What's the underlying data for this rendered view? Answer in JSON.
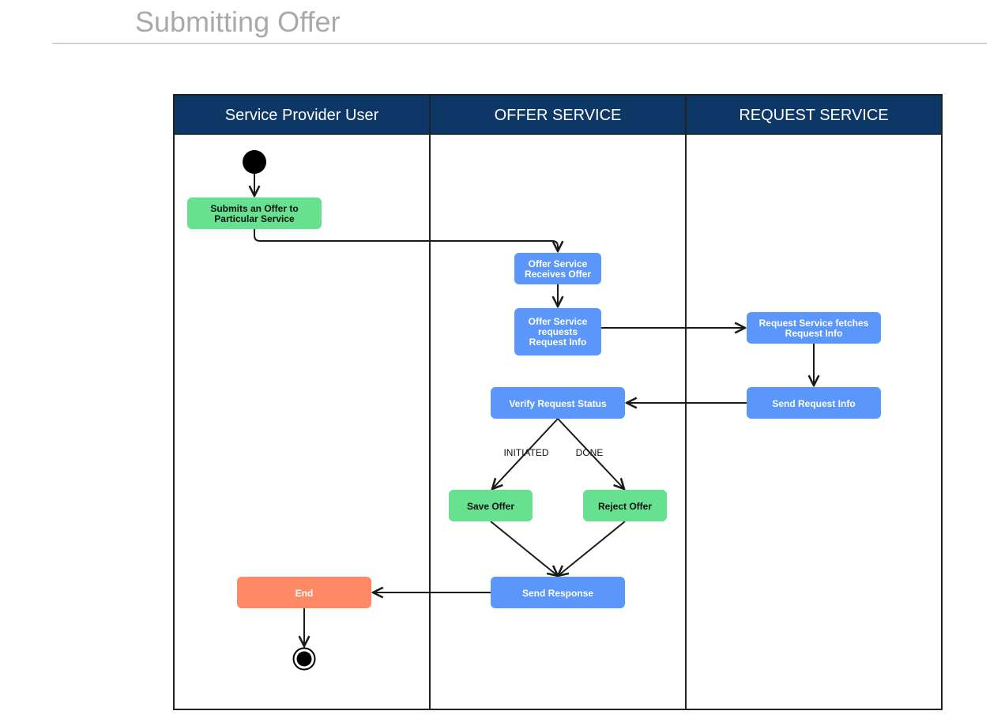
{
  "page": {
    "title": "Submitting Offer"
  },
  "lanes": [
    {
      "title": "Service Provider User"
    },
    {
      "title": "OFFER SERVICE"
    },
    {
      "title": "REQUEST SERVICE"
    }
  ],
  "nodes": {
    "submit_offer": {
      "line1": "Submits an Offer to",
      "line2": "Particular Service"
    },
    "offer_receives": {
      "line1": "Offer Service",
      "line2": "Receives Offer"
    },
    "offer_requests": {
      "line1": "Offer Service",
      "line2": "requests",
      "line3": "Request Info"
    },
    "request_fetches": {
      "line1": "Request Service fetches",
      "line2": "Request  Info"
    },
    "send_request_info": {
      "label": "Send Request Info"
    },
    "verify_status": {
      "label": "Verify Request Status"
    },
    "save_offer": {
      "label": "Save Offer"
    },
    "reject_offer": {
      "label": "Reject Offer"
    },
    "send_response": {
      "label": "Send Response"
    },
    "end": {
      "label": "End"
    }
  },
  "edge_labels": {
    "initiated": "INITIATED",
    "done": "DONE"
  },
  "colors": {
    "lane_header": "#0d3766",
    "green_node": "#67e08f",
    "blue_node": "#5b96fb",
    "orange_node": "#fe8a65",
    "line": "#1a1a1a"
  }
}
